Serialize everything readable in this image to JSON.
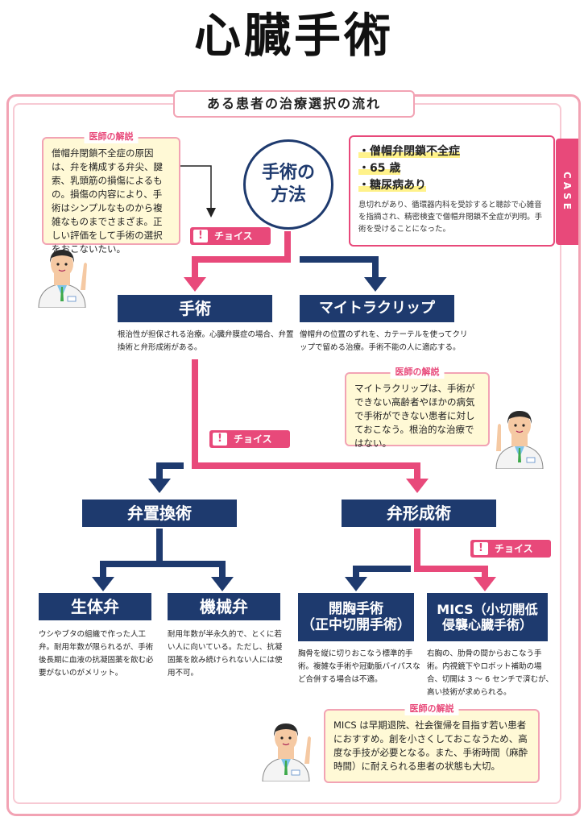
{
  "title": "心臓手術",
  "subtitle": "ある患者の治療選択の流れ",
  "case_tab": "CASE",
  "method": {
    "line1": "手術の",
    "line2": "方法"
  },
  "case": {
    "items": [
      "・僧帽弁閉鎖不全症",
      "・65 歳",
      "・糖尿病あり"
    ],
    "description": "息切れがあり、循環器内科を受診すると聴診で心雑音を指摘され、精密検査で僧帽弁閉鎖不全症が判明。手術を受けることになった。"
  },
  "doctor_label": "医師の解説",
  "notes": {
    "note1": "僧帽弁閉鎖不全症の原因は、弁を構成する弁尖、腱索、乳頭筋の損傷によるもの。損傷の内容により、手術はシンプルなものから複雑なものまでさまざま。正しい評価をして手術の選択をおこないたい。",
    "note2": "マイトラクリップは、手術ができない高齢者やほかの病気で手術ができない患者に対しておこなう。根治的な治療ではない。",
    "note3": "MICS は早期退院、社会復帰を目指す若い患者におすすめ。創を小さくしておこなうため、高度な手技が必要となる。また、手術時間（麻酔時間）に耐えられる患者の状態も大切。"
  },
  "choice_label": "チョイス",
  "boxes": {
    "surgery": {
      "label": "手術",
      "desc": "根治性が担保される治療。心臓弁膜症の場合、弁置換術と弁形成術がある。"
    },
    "mitraclip": {
      "label": "マイトラクリップ",
      "desc": "僧帽弁の位置のずれを、カテーテルを使ってクリップで留める治療。手術不能の人に適応する。"
    },
    "replacement": {
      "label": "弁置換術"
    },
    "repair": {
      "label": "弁形成術"
    },
    "bio": {
      "label": "生体弁",
      "desc": "ウシやブタの組織で作った人工弁。耐用年数が限られるが、手術後長期に血液の抗凝固薬を飲む必要がないのがメリット。"
    },
    "mech": {
      "label": "機械弁",
      "desc": "耐用年数が半永久的で、とくに若い人に向いている。ただし、抗凝固薬を飲み続けられない人には使用不可。"
    },
    "sternotomy": {
      "line1": "開胸手術",
      "line2": "（正中切開手術）",
      "desc": "胸骨を縦に切りおこなう標準的手術。複雑な手術や冠動脈バイパスなど合併する場合は不適。"
    },
    "mics": {
      "line1": "MICS（小切開低",
      "line2": "侵襲心臓手術）",
      "desc": "右胸の、肋骨の間からおこなう手術。内視鏡下やロボット補助の場合、切開は 3 ～ 6 センチで済むが、高い技術が求められる。"
    }
  },
  "colors": {
    "navy": "#1e3a6e",
    "pink": "#e8497a",
    "frame": "#f2a3b4",
    "highlight": "#fff28a"
  }
}
